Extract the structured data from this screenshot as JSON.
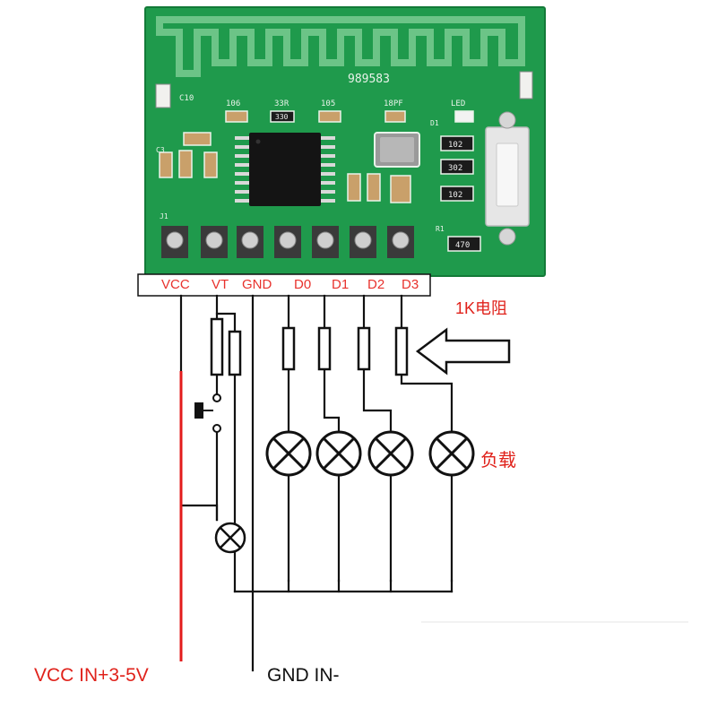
{
  "board": {
    "model_code": "989583",
    "silkscreen": {
      "c10": "C10",
      "r1": "106",
      "r2": "33R",
      "r3": "105",
      "r4": "18PF",
      "led": "LED",
      "r_102a": "102",
      "r_302": "302",
      "r_102b": "102",
      "r_470": "470",
      "smd_330": "330",
      "c3": "C3",
      "j1": "J1",
      "r1_mark": "R1",
      "d1_mark": "D1"
    }
  },
  "pins": [
    "VCC",
    "VT",
    "GND",
    "D0",
    "D1",
    "D2",
    "D3"
  ],
  "labels": {
    "resistor": "1K电阻",
    "load": "负载",
    "vcc_in": "VCC IN+3-5V",
    "gnd_in": "GND IN-"
  },
  "colors": {
    "pcb": "#1f9a4c",
    "pcb_dark": "#137a38",
    "trace": "#6cc487",
    "silk": "#e9f3ea",
    "label_red": "#e0221b",
    "wire": "#111111",
    "vcc_wire": "#e31b1b"
  }
}
